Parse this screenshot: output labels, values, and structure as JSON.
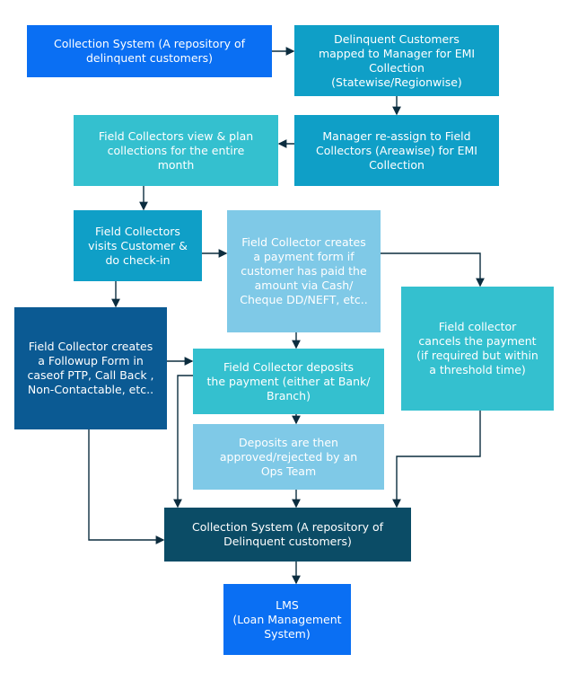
{
  "colors": {
    "blue": "#0a6ff3",
    "teal_mid": "#0f9fc7",
    "teal_light": "#34c0cf",
    "sky": "#7fc9e7",
    "navy": "#0b5a93",
    "dark_teal": "#0b4c66",
    "line": "#0c2d3f"
  },
  "nodes": {
    "collection_system_top": "Collection System (A repository of\ndelinquent customers)",
    "delinquent_customers": "Delinquent Customers\nmapped to Manager for EMI\nCollection (Statewise/Regionwise)",
    "manager_reassign": "Manager re-assign to Field\nCollectors (Areawise) for EMI\nCollection",
    "field_view_plan": "Field Collectors view & plan\ncollections for the entire\nmonth",
    "field_visits": "Field Collectors\nvisits Customer &\ndo check-in",
    "payment_form": "Field Collector creates\na payment form if\ncustomer has paid the\namount via Cash/\nCheque DD/NEFT, etc..",
    "cancel_payment": "Field collector\ncancels the payment\n(if required but within\na threshold time)",
    "followup_form": "Field Collector creates\na Followup Form in\ncaseof PTP, Call Back ,\nNon-Contactable, etc..",
    "deposits_payment": "Field Collector deposits\nthe payment (either at Bank/\nBranch)",
    "deposits_approved": "Deposits are then\napproved/rejected by an\nOps Team",
    "collection_system_bottom": "Collection System (A repository of\nDelinquent customers)",
    "lms": "LMS\n(Loan Management\nSystem)"
  }
}
